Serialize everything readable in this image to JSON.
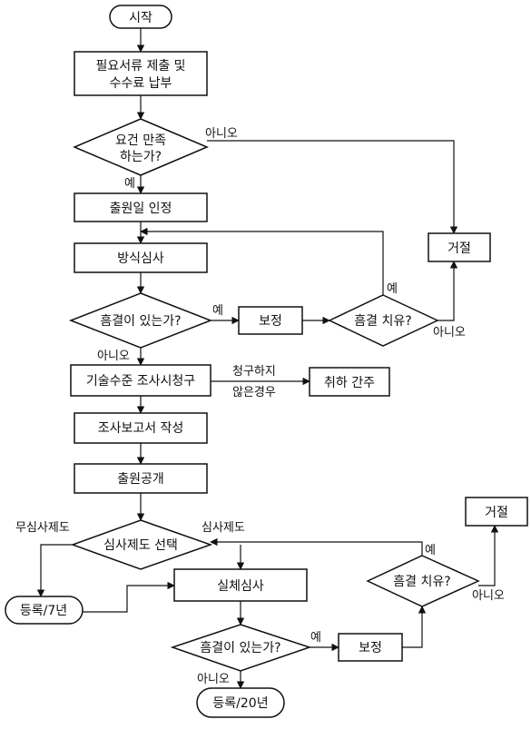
{
  "nodes": {
    "start": "시작",
    "submit_1": "필요서류 제출 및",
    "submit_2": "수수료 납부",
    "req_1": "요건 만족",
    "req_2": "하는가?",
    "filing_date": "출원일 인정",
    "formality": "방식심사",
    "defect_1": "흠결이 있는가?",
    "amend_1": "보정",
    "cure_1": "흠결 치유?",
    "reject_1": "거절",
    "tech_request": "기술수준 조사시청구",
    "withdrawn": "취하 간주",
    "search_report": "조사보고서 작성",
    "publication": "출원공개",
    "select_system": "심사제도 선택",
    "register_7": "등록/7년",
    "substantive": "실체심사",
    "defect_2": "흠결이 있는가?",
    "amend_2": "보정",
    "cure_2": "흠결 치유?",
    "reject_2": "거절",
    "register_20": "등록/20년"
  },
  "edge_labels": {
    "req_no": "아니오",
    "req_yes": "예",
    "defect1_yes": "예",
    "defect1_no": "아니오",
    "cure1_yes": "예",
    "cure1_no": "아니오",
    "not_request_1": "청구하지",
    "not_request_2": "않은경우",
    "no_exam_system": "무심사제도",
    "exam_system": "심사제도",
    "cure2_yes": "예",
    "cure2_no": "아니오",
    "defect2_yes": "예",
    "defect2_no": "아니오"
  }
}
